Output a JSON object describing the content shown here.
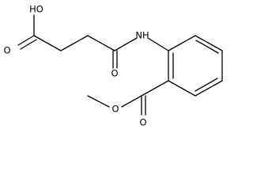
{
  "structure": {
    "atom_labels": {
      "carboxylic_oh": "HO",
      "carboxylic_o": "O",
      "amide_nh": "NH",
      "amide_o": "O",
      "ester_o_carbonyl": "O",
      "ester_o_methoxy": "O"
    }
  }
}
